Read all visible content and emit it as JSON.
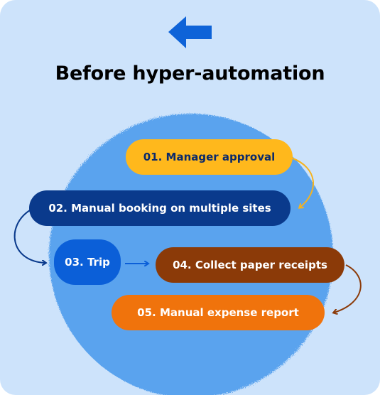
{
  "title": "Before hyper-automation",
  "header_icon": "arrow-left-icon",
  "steps": [
    {
      "label": "01. Manager approval",
      "bg": "#ffb81c",
      "fg": "#0b2a6b"
    },
    {
      "label": "02. Manual booking on multiple sites",
      "bg": "#0a3a8c",
      "fg": "#ffffff"
    },
    {
      "label": "03. Trip",
      "bg": "#0b5fd8",
      "fg": "#ffffff"
    },
    {
      "label": "04. Collect paper receipts",
      "bg": "#8b3a08",
      "fg": "#ffffff"
    },
    {
      "label": "05. Manual expense report",
      "bg": "#f0730c",
      "fg": "#ffffff"
    }
  ],
  "colors": {
    "card_background": "#cde3fb",
    "circle": "#5aa3ee",
    "header_arrow": "#0e63d8",
    "connector_1_to_2": "#f5b320",
    "connector_2_to_3": "#0a3a8c",
    "connector_3_to_4": "#0b5fd8",
    "connector_4_to_5": "#8b3a08"
  }
}
